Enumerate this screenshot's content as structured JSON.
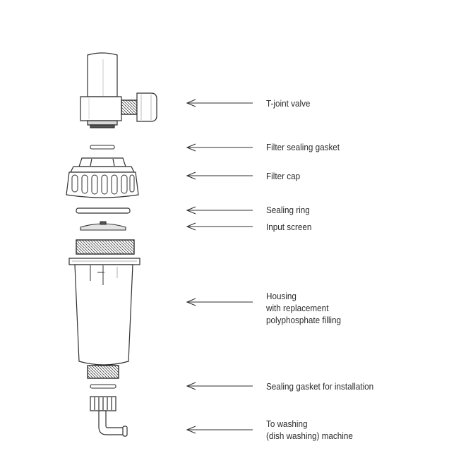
{
  "labels": {
    "t_joint_valve": "T-joint valve",
    "filter_sealing_gasket": "Filter sealing gasket",
    "filter_cap": "Filter cap",
    "sealing_ring": "Sealing ring",
    "input_screen": "Input screen",
    "housing": [
      "Housing",
      "with replacement",
      "polyphosphate filling"
    ],
    "sealing_gasket_installation": "Sealing gasket for installation",
    "washing_machine": [
      "To washing",
      "(dish washing) machine"
    ]
  },
  "colors": {
    "line": "#2f2f2f",
    "fill": "#ffffff",
    "shade": "#d9d9d9",
    "dark": "#555555"
  }
}
